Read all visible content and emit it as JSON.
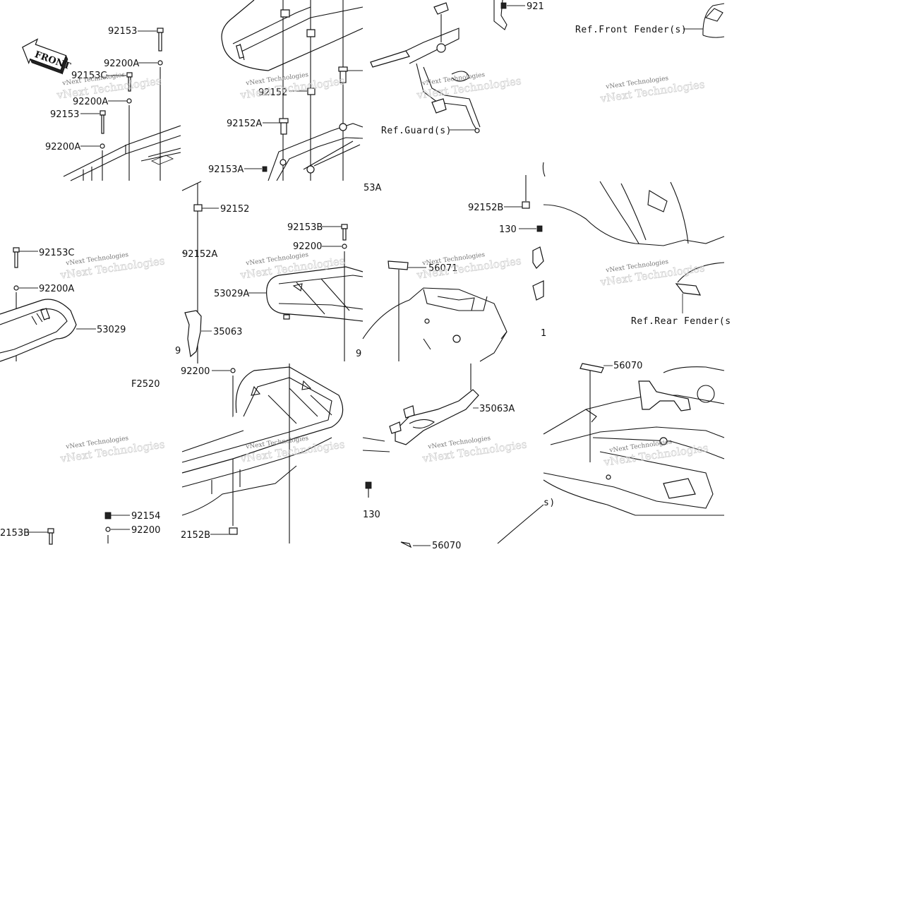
{
  "parts": [
    "92153",
    "92200A",
    "92153C",
    "92200A",
    "92153",
    "92200A",
    "92152",
    "92152A",
    "92153A",
    "92152B",
    "130",
    "92153C",
    "92200A",
    "53029",
    "92152",
    "92152A",
    "35063",
    "92153B",
    "92200",
    "53029A",
    "56071",
    "92200",
    "2152B",
    "35063A",
    "130",
    "56070",
    "92154",
    "92200",
    "2153B",
    "921",
    "53A",
    "56070",
    "9",
    "9",
    "1"
  ],
  "refs": {
    "front_fender": "Ref.Front Fender(s)",
    "guard": "Ref.Guard(s)",
    "rear_fender": "Ref.Rear Fender(s",
    "partial": "s)"
  },
  "front_label": "FRONT",
  "figure_code": "F2520",
  "watermark": {
    "line1": "vNext Technologies",
    "line2": "vNext Technologies"
  }
}
